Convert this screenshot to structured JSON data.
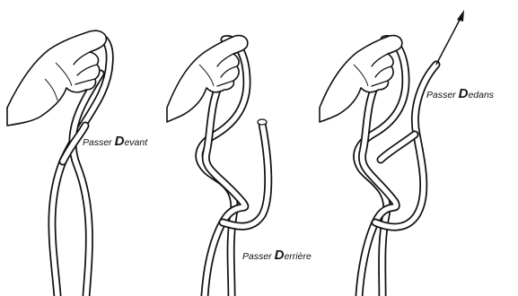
{
  "steps": [
    {
      "word": "Passer",
      "initial": "D",
      "rest": "evant"
    },
    {
      "word": "Passer",
      "initial": "D",
      "rest": "errière"
    },
    {
      "word": "Passer",
      "initial": "D",
      "rest": "edans"
    }
  ]
}
